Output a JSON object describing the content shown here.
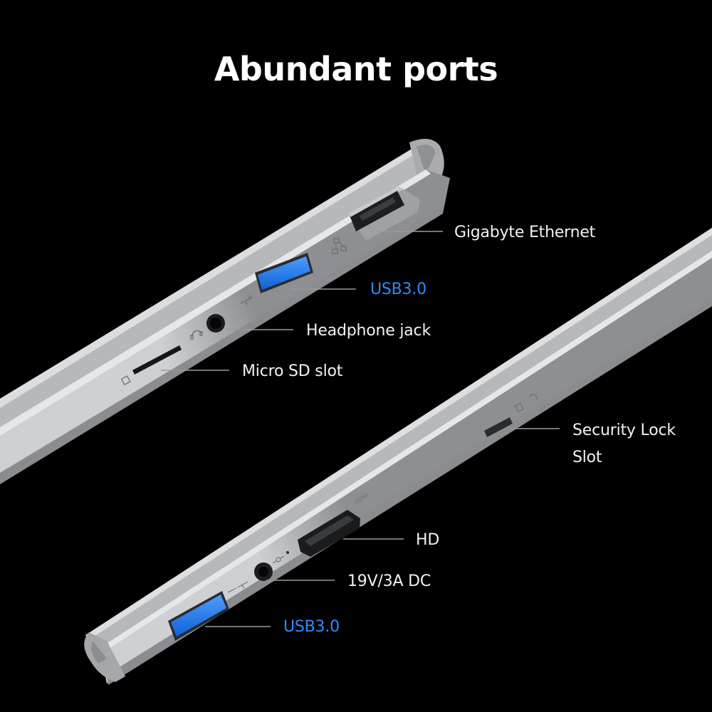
{
  "title": "Abundant ports",
  "colors": {
    "background": "#000000",
    "usb_accent": "#2e8cff",
    "leader_line": "#9a9a9a"
  },
  "callouts": {
    "ethernet": "Gigabyte Ethernet",
    "usb_left": "USB3.0",
    "headphone": "Headphone jack",
    "microsd": "Micro SD slot",
    "security_l1": "Security Lock",
    "security_l2": "Slot",
    "hdmi": "HD",
    "dc": "19V/3A DC",
    "usb_right": "USB3.0"
  },
  "port_markings": {
    "hdmi_print": "HDMI"
  }
}
